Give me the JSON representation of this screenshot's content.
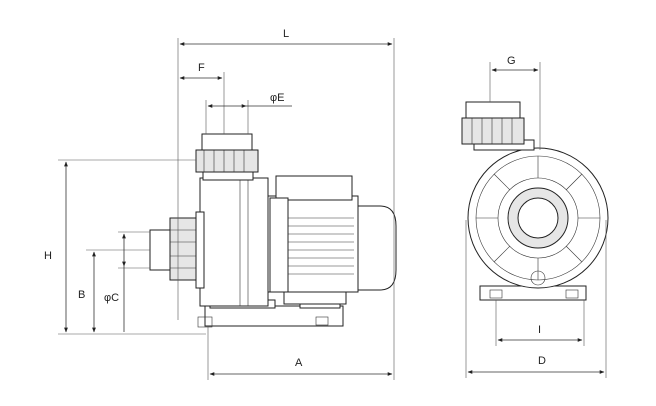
{
  "labels": {
    "L": "L",
    "F": "F",
    "E": "φE",
    "G": "G",
    "H": "H",
    "B": "B",
    "C": "φC",
    "A": "A",
    "I": "I",
    "D": "D"
  }
}
